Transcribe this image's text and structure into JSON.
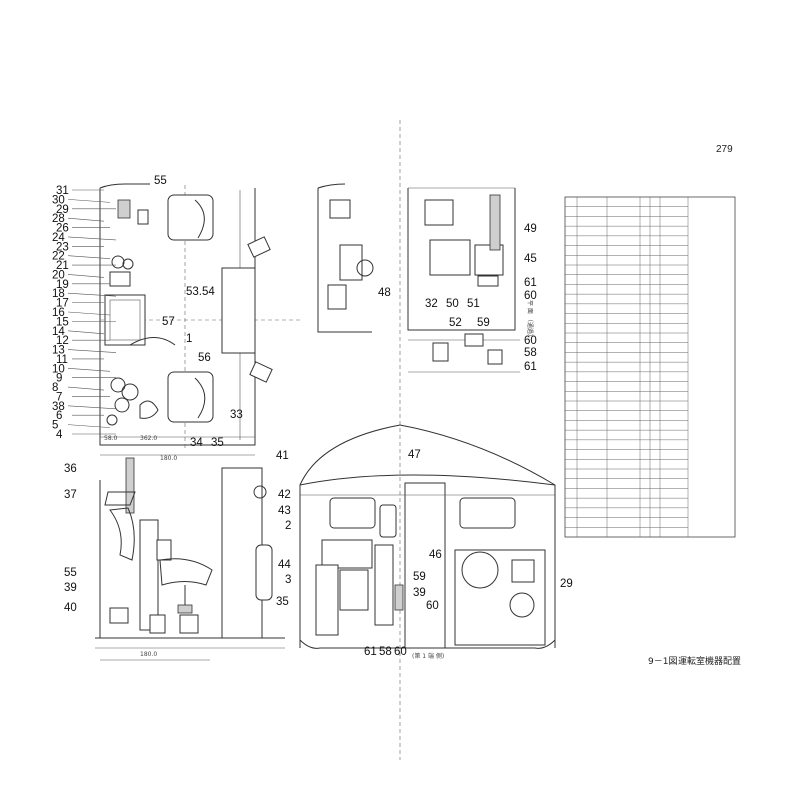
{
  "page_number": "279",
  "caption": {
    "figure_no": "9－1図",
    "text": "運転室機器配置"
  },
  "plan_view": {
    "callouts_left": [
      "31",
      "30",
      "29",
      "28",
      "26",
      "24",
      "23",
      "22",
      "21",
      "20",
      "19",
      "18",
      "17",
      "16",
      "15",
      "14",
      "12",
      "13",
      "11",
      "10",
      "9",
      "8",
      "7",
      "38",
      "6",
      "5",
      "4"
    ],
    "callouts_other": [
      "55",
      "57",
      "1",
      "56",
      "53.54",
      "33",
      "34",
      "35"
    ]
  },
  "side_view": {
    "callouts_left": [
      "36",
      "37",
      "55",
      "39",
      "40"
    ],
    "callouts_right": [
      "41",
      "35"
    ]
  },
  "top_right_view": {
    "callouts": [
      "48",
      "49",
      "45",
      "61",
      "60",
      "32",
      "50",
      "51",
      "52",
      "59",
      "60",
      "58",
      "61"
    ],
    "section_note": "平 面 （通過）"
  },
  "front_view": {
    "callouts": [
      "47",
      "42",
      "43",
      "2",
      "44",
      "3",
      "46",
      "59",
      "39",
      "60",
      "29",
      "61",
      "58",
      "60"
    ],
    "section_note": "(第 1 端 側)"
  },
  "parts_table": {
    "rows": 35
  }
}
